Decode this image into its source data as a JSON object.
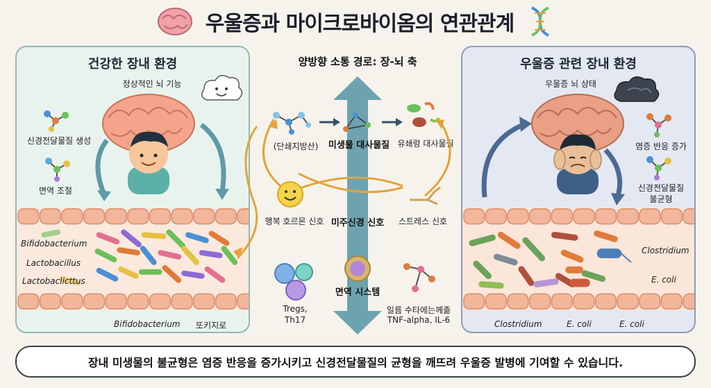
{
  "title": "우울증과 마이크로바이옴의 연관관계",
  "left_panel": {
    "heading": "건강한 장내 환경",
    "brain_label": "정상적인 뇌 기능",
    "neuro_label": "신경전달물질 생성",
    "immune_label": "면역 조절",
    "bacteria": [
      "Bifidobacterium",
      "Lactobacillus",
      "Lactobaclicttus"
    ],
    "bottom_species": "Bifidobacterium",
    "bottom_extra": "또키지로"
  },
  "center": {
    "heading": "양방향 소통 경로: 장-뇌 축",
    "scfa": "(단쇄지방산)",
    "metabolites": "미생물 대사물질",
    "harmful": "유쇄렁 대사물질",
    "happy_signal": "행복 호르몬 신호",
    "vagus": "미주신경 신호",
    "stress_signal": "스트레스 신호",
    "immune_system": "면역 시스템",
    "tregs": "Tregs,",
    "th17": "Th17",
    "inflammation_line1": "일름 수타에는께졺",
    "inflammation_line2": "TNF-alpha, IL-6"
  },
  "right_panel": {
    "heading": "우울증 관련 장내 환경",
    "brain_label": "우울증 뇌 상태",
    "inflammation": "염증 반응 증가",
    "imbalance_line1": "신경전달물질",
    "imbalance_line2": "불균형",
    "bacteria": [
      "Clostridium",
      "E. coli"
    ],
    "bottom_labels": [
      "Clostridium",
      "E. coli",
      "E. coli"
    ]
  },
  "conclusion": "장내 미생물의 불균형은 염증 반응을 증가시키고 신경전달물질의 균형을 깨뜨려 우울증 발병에 기여할 수 있습니다.",
  "colors": {
    "left_bg": "#e9f3ee",
    "right_bg": "#e3e8f2",
    "arrow_teal": "#5e9aa8",
    "gut_wall": "#f2b79a"
  }
}
